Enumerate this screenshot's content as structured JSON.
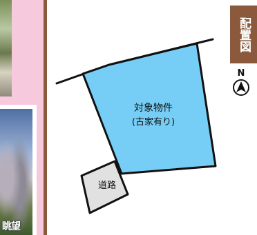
{
  "left": {
    "caption": "眺望"
  },
  "tab": {
    "label": "配置図"
  },
  "compass": {
    "letter": "N"
  },
  "map": {
    "property_label": "対象物件",
    "property_sub": "(古家有り)",
    "road_label": "道路"
  },
  "colors": {
    "property_fill": "#76cdf5",
    "road_fill": "#e1e1e1",
    "tab": "#8b5a3c",
    "background": "#f7c9dc"
  }
}
